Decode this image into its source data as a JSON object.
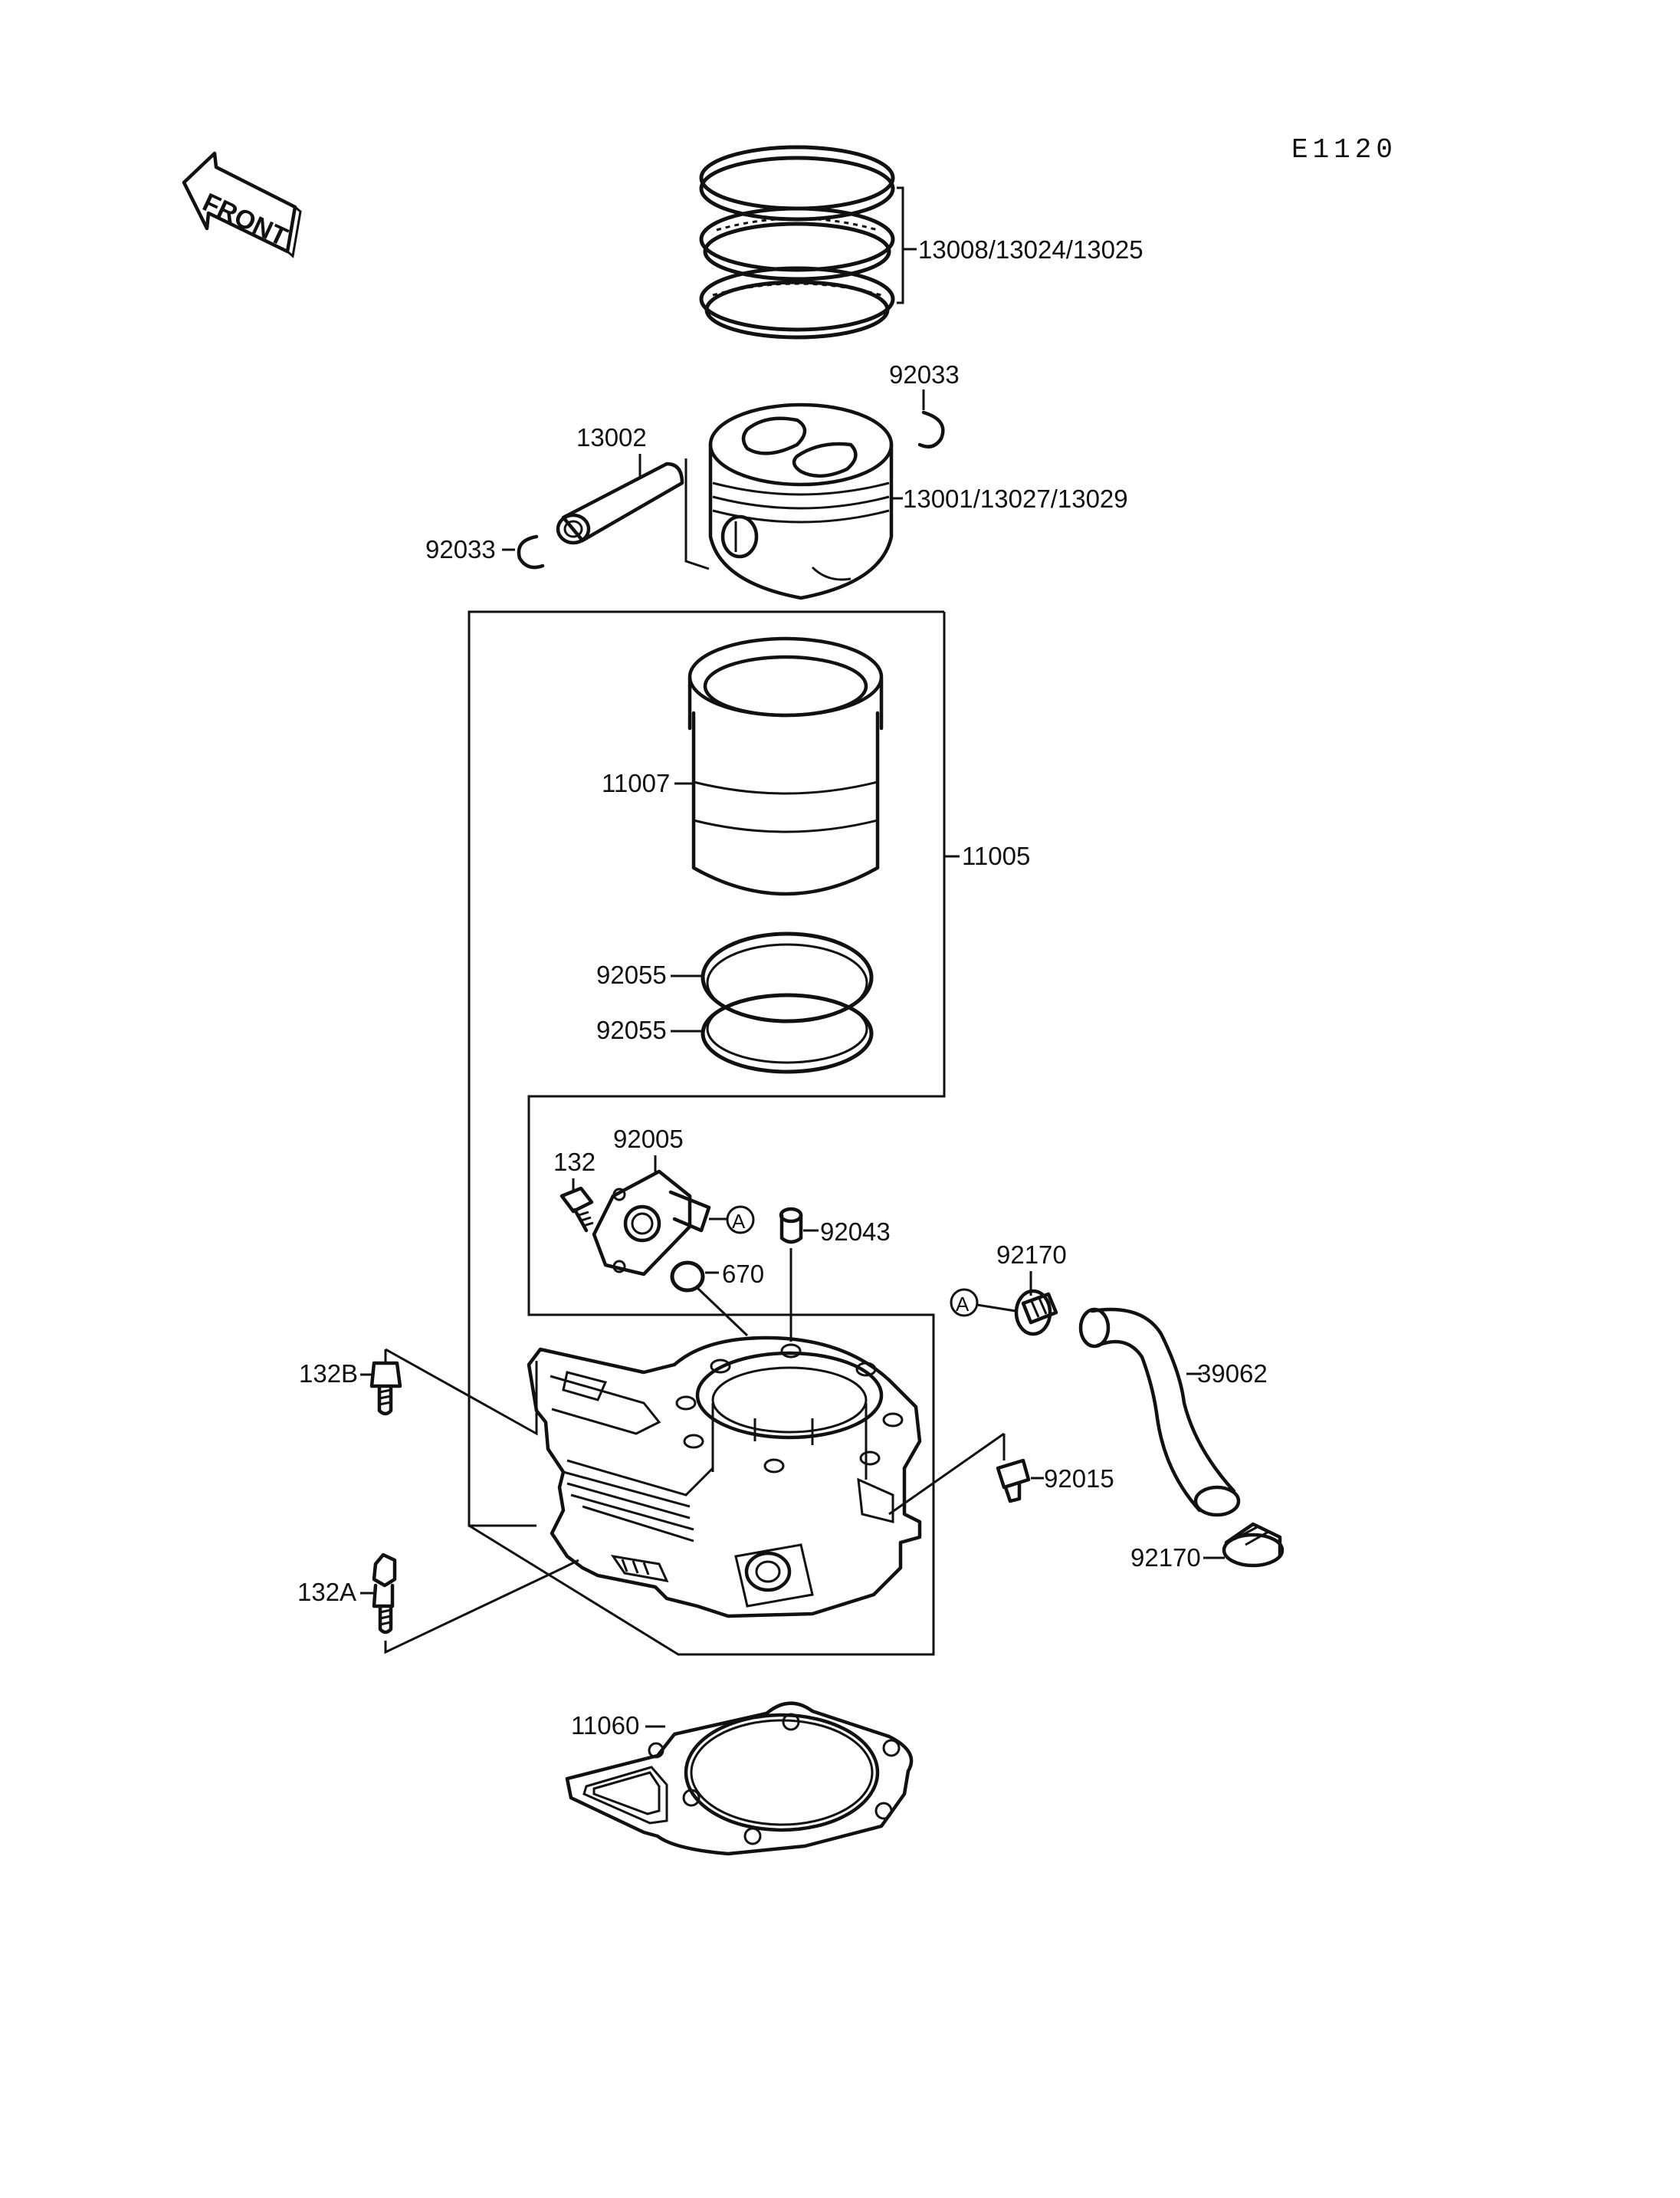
{
  "diagram_code": "E1120",
  "front_label": "FRONT",
  "callouts": {
    "piston_rings": "13008/13024/13025",
    "circlip_top": "92033",
    "piston_pin": "13002",
    "piston": "13001/13027/13029",
    "circlip_left": "92033",
    "cylinder_sleeve": "11007",
    "cylinder_assy": "11005",
    "oring_1": "92055",
    "oring_2": "92055",
    "water_fitting": "92005",
    "bolt_132": "132",
    "ref_a_1": "A",
    "dowel_pin": "92043",
    "oring_670": "670",
    "hose_clamp_top": "92170",
    "ref_a_2": "A",
    "bolt_132b": "132B",
    "water_hose": "39062",
    "plug": "92015",
    "hose_clamp_bottom": "92170",
    "bolt_132a": "132A",
    "head_gasket": "11060"
  }
}
